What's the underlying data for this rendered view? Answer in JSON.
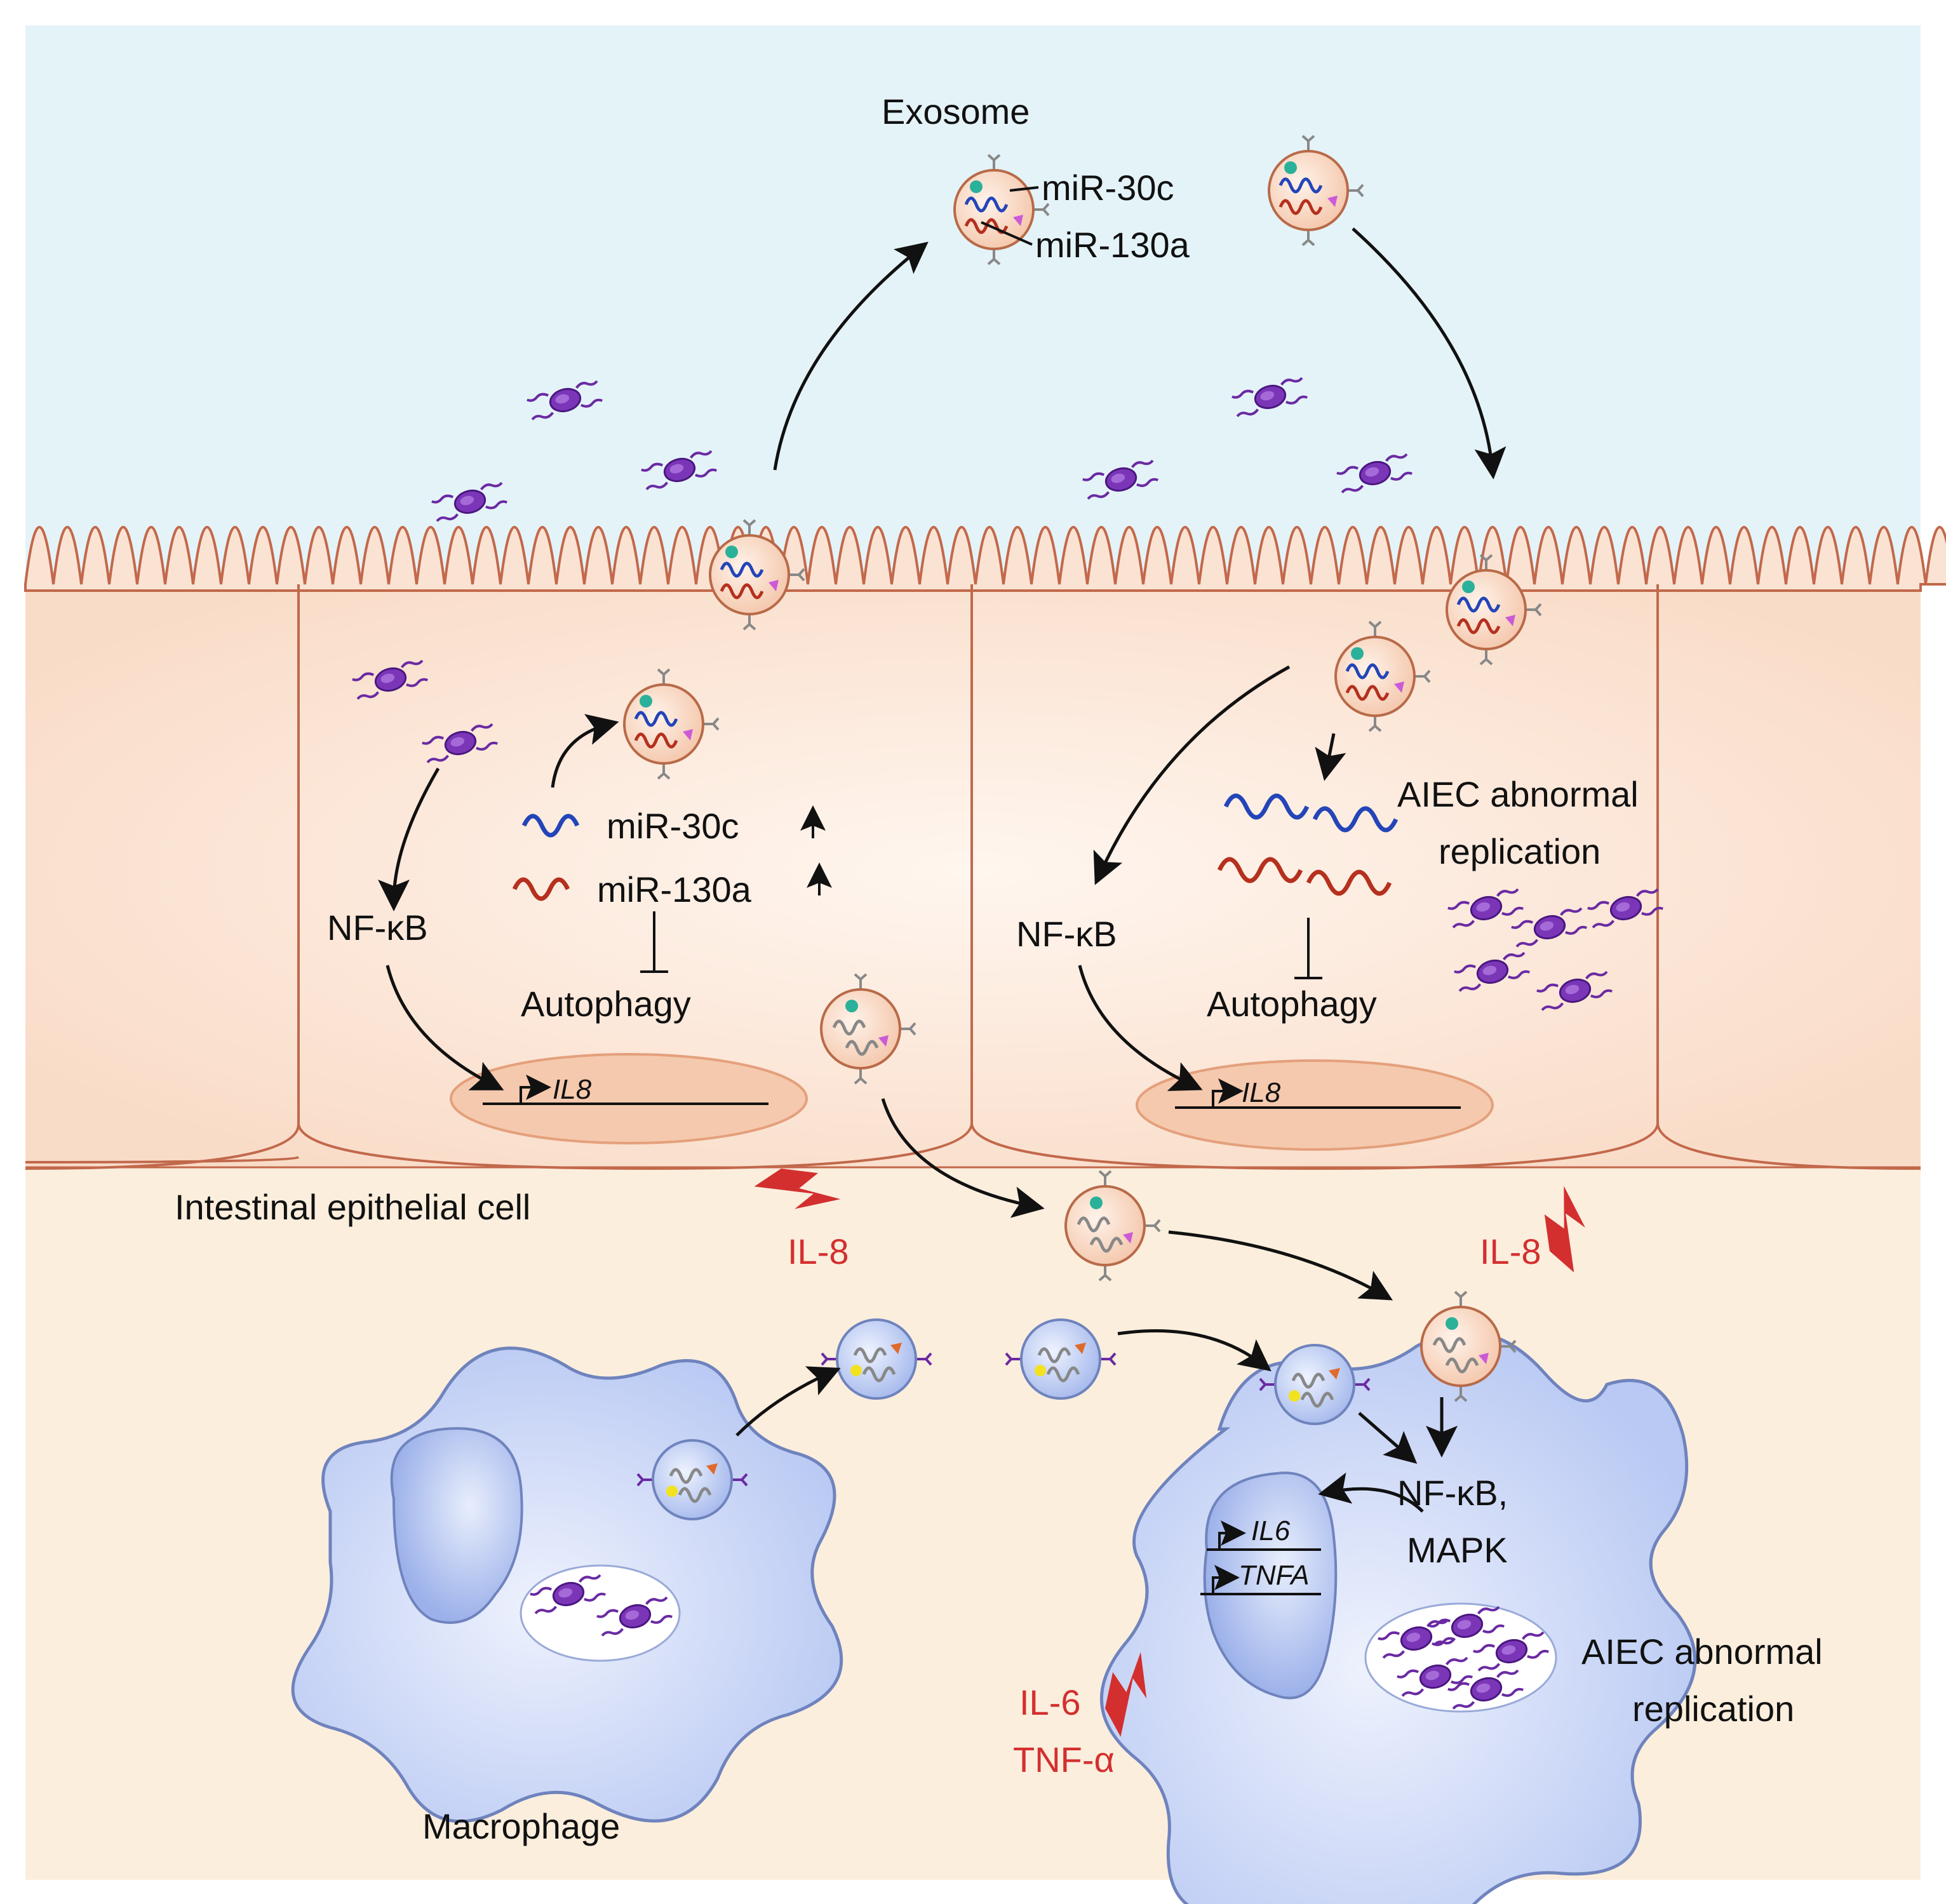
{
  "colors": {
    "lumen": "#e4f3f8",
    "cell_fill": "#fbe3d3",
    "cell_outline": "#c2684b",
    "lamina": "#fbeedd",
    "macrophage_fill": "#c8d5f6",
    "macrophage_outline": "#6f83bd",
    "nucleus_fill": "#a9bcef",
    "cell_nucleus_fill": "#f5c9ad",
    "exosome_fill": "#f6cfb8",
    "bacteria": "#6a2aa2",
    "mir30c": "#2445b8",
    "mir130a": "#b5301e",
    "cytokine_red": "#d32f2f",
    "arrow": "#111111"
  },
  "labels": {
    "exosome": "Exosome",
    "mir30c_top": "miR-30c",
    "mir130a_top": "miR-130a",
    "nfkb_left": "NF-κB",
    "mir30c_up": "miR-30c",
    "mir130a_up": "miR-130a",
    "autophagy_left": "Autophagy",
    "il8_gene_left": "IL8",
    "iec": "Intestinal epithelial cell",
    "il8_left": "IL-8",
    "aiec_line1": "AIEC abnormal",
    "aiec_line2": "replication",
    "nfkb_right": "NF-κB",
    "autophagy_right": "Autophagy",
    "il8_gene_right": "IL8",
    "il8_right": "IL-8",
    "nfkb_mapk_line1": "NF-κB,",
    "nfkb_mapk_line2": "MAPK",
    "il6_gene": "IL6",
    "tnfa_gene": "TNFA",
    "il6": "IL-6",
    "tnfa": "TNF-α",
    "aiec2_line1": "AIEC abnormal",
    "aiec2_line2": "replication",
    "macrophage": "Macrophage"
  }
}
